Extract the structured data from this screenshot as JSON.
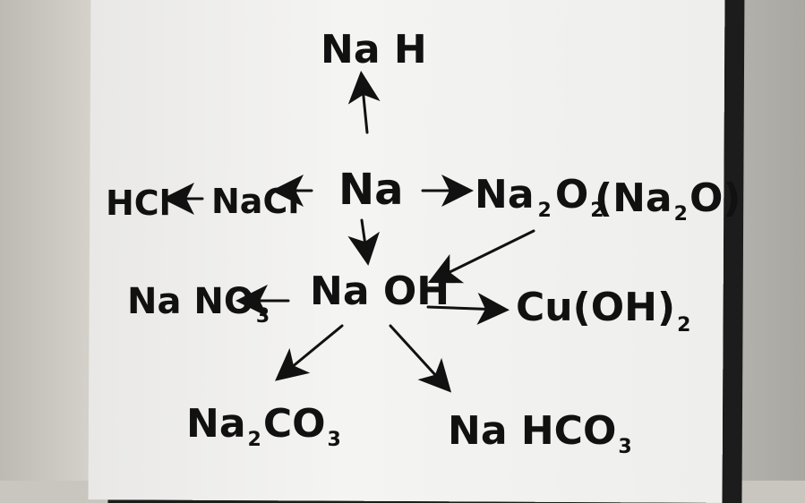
{
  "nodes": {
    "nah": {
      "main": "Na H",
      "sub": ""
    },
    "na": {
      "main": "Na",
      "sub": ""
    },
    "nacl": {
      "main": "NaCl",
      "sub": ""
    },
    "hcl": {
      "main": "HCl",
      "sub": ""
    },
    "na2o2_a": {
      "main": "Na",
      "sub": "2"
    },
    "na2o2_b": {
      "main": "O",
      "sub": "2"
    },
    "na2o_paren": {
      "main": "(Na",
      "sub": "2"
    },
    "na2o_close": {
      "main": "O)",
      "sub": ""
    },
    "naoh": {
      "main": "Na OH",
      "sub": ""
    },
    "nano3": {
      "main": "Na NO",
      "sub": "3"
    },
    "cuoh2": {
      "main": "Cu(OH)",
      "sub": "2"
    },
    "na2co3_a": {
      "main": "Na",
      "sub": "2"
    },
    "na2co3_b": {
      "main": "CO",
      "sub": "3"
    },
    "nahco3": {
      "main": "Na HCO",
      "sub": "3"
    }
  },
  "colors": {
    "ink": "#111111",
    "paper": "#f2f2f0"
  }
}
